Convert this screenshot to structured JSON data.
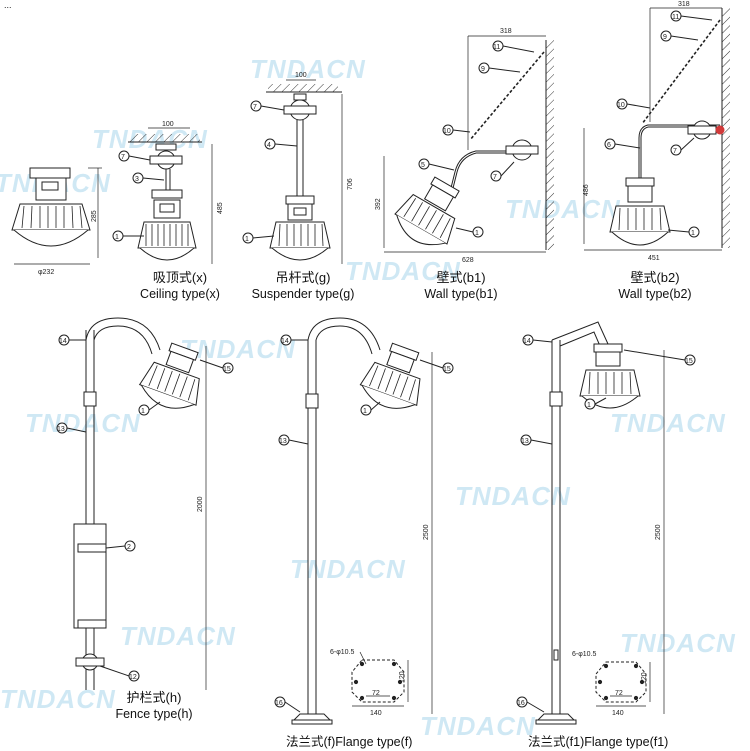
{
  "figures": {
    "ceiling": {
      "zh": "吸顶式(x)",
      "en": "Ceiling type(x)"
    },
    "suspender": {
      "zh": "吊杆式(g)",
      "en": "Suspender type(g)"
    },
    "wall_b1": {
      "zh": "壁式(b1)",
      "en": "Wall type(b1)"
    },
    "wall_b2": {
      "zh": "壁式(b2)",
      "en": "Wall type(b2)"
    },
    "fence": {
      "zh": "护栏式(h)",
      "en": "Fence type(h)"
    },
    "flange_f": {
      "label": "法兰式(f)Flange type(f)"
    },
    "flange_f1": {
      "label": "法兰式(f1)Flange type(f1)"
    }
  },
  "dimensions": {
    "ceiling_width": "100",
    "ceiling_dia": "φ232",
    "ceiling_h1": "285",
    "ceiling_h2": "485",
    "susp_width": "100",
    "susp_h": "706",
    "b1_top": "318",
    "b1_h": "392",
    "b1_w": "628",
    "b2_top": "318",
    "b2_h": "486",
    "b2_w": "451",
    "fence_h": "2000",
    "flange_h": "2500",
    "f1_h": "2500",
    "bolt": "6-φ10.5",
    "flange_sq": "120",
    "flange_in": "72",
    "flange_out": "140"
  },
  "callouts": {
    "n1": "1",
    "n2": "2",
    "n3": "3",
    "n4": "4",
    "n5": "5",
    "n6": "6",
    "n7": "7",
    "n9": "9",
    "n10": "10",
    "n11": "11",
    "n12": "12",
    "n13": "13",
    "n14": "14",
    "n15": "15",
    "n16": "16"
  },
  "watermark": "TNDACN",
  "header_text": "...",
  "colors": {
    "line": "#222222",
    "watermark": "#a9d6ec",
    "accent_red": "#d23a3a"
  }
}
